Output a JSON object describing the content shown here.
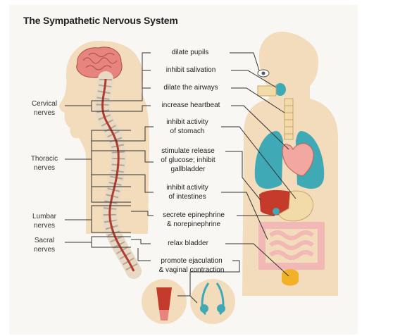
{
  "title": "The Sympathetic Nervous System",
  "nerves": [
    {
      "line1": "Cervical",
      "line2": "nerves"
    },
    {
      "line1": "Thoracic",
      "line2": "nerves"
    },
    {
      "line1": "Lumbar",
      "line2": "nerves"
    },
    {
      "line1": "Sacral",
      "line2": "nerves"
    }
  ],
  "effects": [
    {
      "lines": [
        "dilate pupils"
      ]
    },
    {
      "lines": [
        "inhibit salivation"
      ]
    },
    {
      "lines": [
        "dilate the airways"
      ]
    },
    {
      "lines": [
        "increase heartbeat"
      ]
    },
    {
      "lines": [
        "inhibit activity",
        "of stomach"
      ]
    },
    {
      "lines": [
        "stimulate release",
        "of glucose; inhibit",
        "gallbladder"
      ]
    },
    {
      "lines": [
        "inhibit activity",
        "of intestines"
      ]
    },
    {
      "lines": [
        "secrete epinephrine",
        "& norepinephrine"
      ]
    },
    {
      "lines": [
        "relax bladder"
      ]
    },
    {
      "lines": [
        "promote ejaculation",
        "& vaginal contraction"
      ]
    }
  ],
  "colors": {
    "skin": "#f3dcbc",
    "brain": "#e8847e",
    "spinal_cord": "#b23a30",
    "lungs": "#3fa9b5",
    "heart": "#f2a7a0",
    "liver": "#c43a2b",
    "stomach": "#f2dba9",
    "intestine": "#f2b8b6",
    "bladder": "#f2b227",
    "airway": "#3fa9b5",
    "leader_line": "#333333"
  }
}
